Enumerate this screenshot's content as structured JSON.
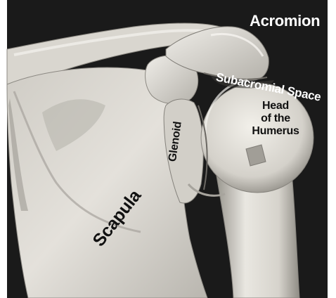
{
  "figure": {
    "labels": {
      "acromion": "Acromion",
      "subacromial_space": "Subacromial Space",
      "head_of_humerus_line1": "Head",
      "head_of_humerus_line2": "of the",
      "head_of_humerus_line3": "Humerus",
      "glenoid": "Glenoid",
      "scapula": "Scapula"
    },
    "colors": {
      "background": "#1a1a1a",
      "bone_light": "#e8e6e0",
      "bone_mid": "#c9c6be",
      "bone_shadow": "#8c8983"
    }
  }
}
